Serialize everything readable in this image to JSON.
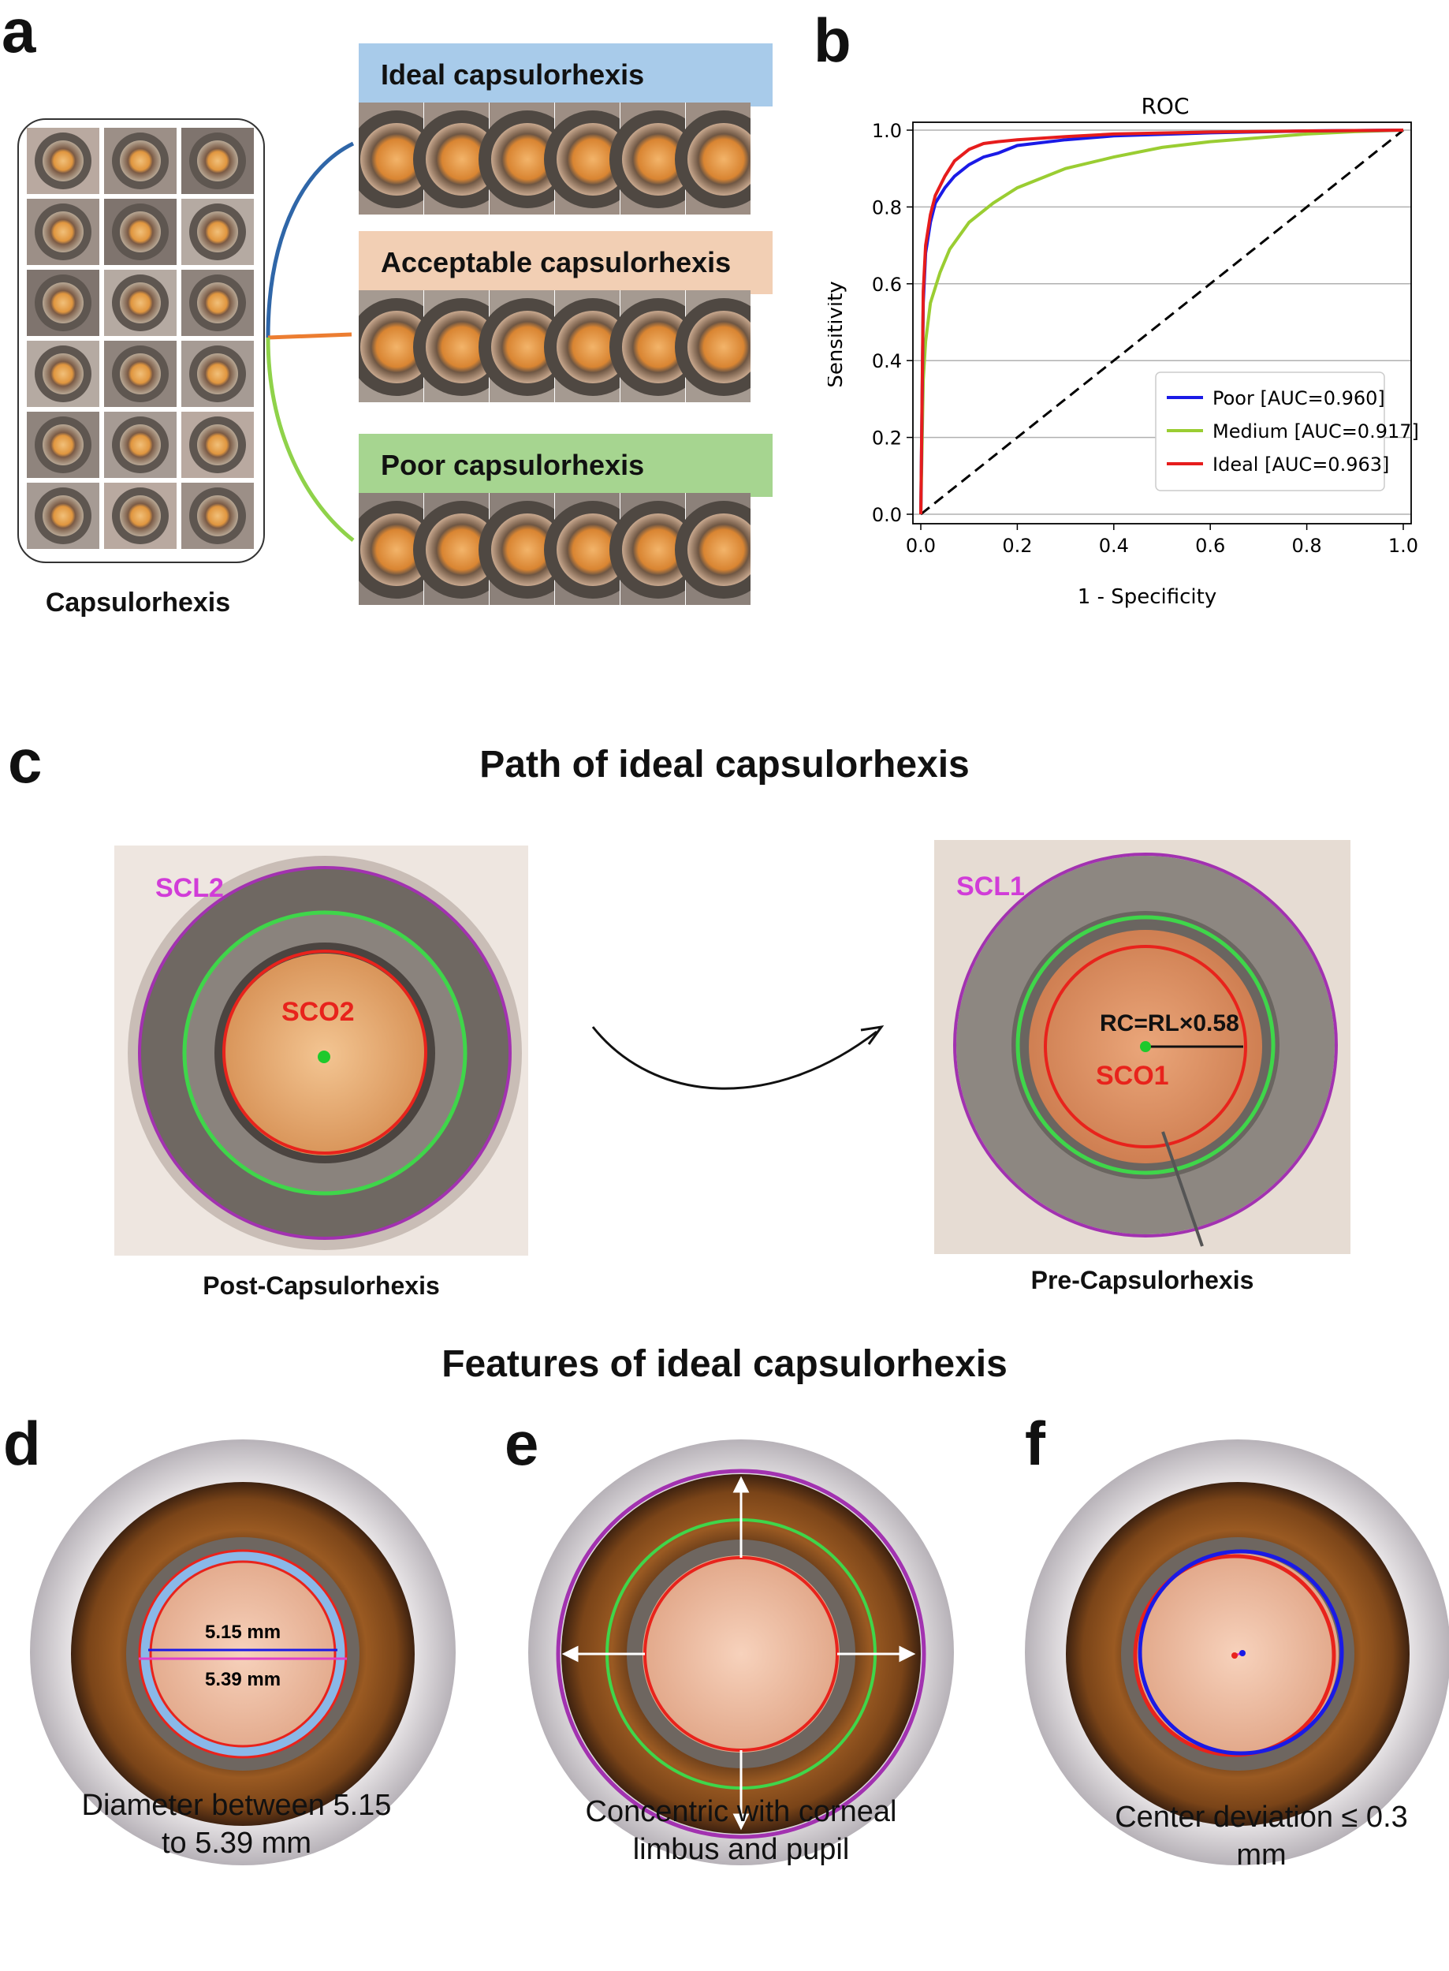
{
  "panels": {
    "a": "a",
    "b": "b",
    "c": "c",
    "d": "d",
    "e": "e",
    "f": "f"
  },
  "panel_a": {
    "collection_label": "Capsulorhexis",
    "categories": [
      {
        "label": "Ideal capsulorhexis",
        "color": "#a8cbea",
        "branch_color": "#2f66a8"
      },
      {
        "label": "Acceptable capsulorhexis",
        "color": "#f2cfb4",
        "branch_color": "#ec7d31"
      },
      {
        "label": "Poor capsulorhexis",
        "color": "#a6d590",
        "branch_color": "#8fd24a"
      }
    ]
  },
  "chart_data": {
    "type": "line",
    "title": "ROC",
    "xlabel": "1 - Specificity",
    "ylabel": "Sensitivity",
    "xlim": [
      0,
      1
    ],
    "ylim": [
      0,
      1
    ],
    "xticks": [
      "0.0",
      "0.2",
      "0.4",
      "0.6",
      "0.8",
      "1.0"
    ],
    "yticks": [
      "0.0",
      "0.2",
      "0.4",
      "0.6",
      "0.8",
      "1.0"
    ],
    "grid": "horizontal",
    "legend_position": "lower-right",
    "series": [
      {
        "name": "Poor [AUC=0.960]",
        "color": "#1a1ae6",
        "x": [
          0,
          0.005,
          0.01,
          0.02,
          0.03,
          0.05,
          0.07,
          0.1,
          0.13,
          0.16,
          0.2,
          0.3,
          0.4,
          0.6,
          0.8,
          1.0
        ],
        "y": [
          0,
          0.55,
          0.68,
          0.76,
          0.81,
          0.85,
          0.88,
          0.91,
          0.93,
          0.94,
          0.96,
          0.975,
          0.985,
          0.993,
          0.998,
          1.0
        ]
      },
      {
        "name": "Medium [AUC=0.917]",
        "color": "#9acd32",
        "x": [
          0,
          0.005,
          0.01,
          0.02,
          0.04,
          0.06,
          0.1,
          0.15,
          0.2,
          0.3,
          0.4,
          0.5,
          0.6,
          0.7,
          0.8,
          0.9,
          1.0
        ],
        "y": [
          0,
          0.35,
          0.45,
          0.55,
          0.63,
          0.69,
          0.76,
          0.81,
          0.85,
          0.9,
          0.93,
          0.955,
          0.97,
          0.98,
          0.99,
          0.996,
          1.0
        ]
      },
      {
        "name": "Ideal [AUC=0.963]",
        "color": "#e61c1c",
        "x": [
          0,
          0.005,
          0.01,
          0.02,
          0.03,
          0.05,
          0.07,
          0.1,
          0.13,
          0.16,
          0.2,
          0.3,
          0.4,
          0.6,
          0.8,
          1.0
        ],
        "y": [
          0,
          0.58,
          0.7,
          0.78,
          0.83,
          0.88,
          0.92,
          0.95,
          0.965,
          0.97,
          0.975,
          0.983,
          0.99,
          0.995,
          0.998,
          1.0
        ]
      },
      {
        "name": "",
        "color": "#000000",
        "dashed": true,
        "x": [
          0,
          1
        ],
        "y": [
          0,
          1
        ]
      }
    ]
  },
  "panel_c": {
    "title": "Path of  ideal capsulorhexis",
    "left_caption": "Post-Capsulorhexis",
    "right_caption": "Pre-Capsulorhexis",
    "labels": {
      "scl2": "SCL2",
      "sco2": "SCO2",
      "scl1": "SCL1",
      "sco1": "SCO1",
      "formula": "RC=RL×0.58"
    }
  },
  "features": {
    "title": "Features of  ideal capsulorhexis",
    "d_caption_1": "Diameter between 5.15",
    "d_caption_2": "to 5.39 mm",
    "d_inner": "5.15 mm",
    "d_outer": "5.39 mm",
    "e_caption_1": "Concentric with corneal",
    "e_caption_2": "limbus and pupil",
    "f_caption_1": "Center deviation ≤ 0.3",
    "f_caption_2": "mm"
  }
}
